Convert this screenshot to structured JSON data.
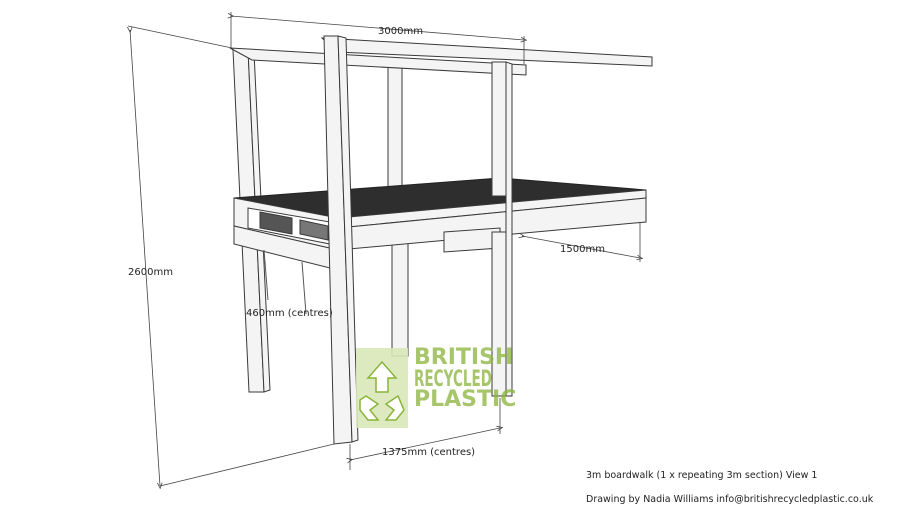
{
  "dimensions": {
    "width": "3000mm",
    "height": "2600mm",
    "depth": "1500mm",
    "post_spacing_front": "1375mm (centres)",
    "post_spacing_side": "460mm (centres)"
  },
  "logo": {
    "line1": "BRITISH",
    "line2": "RECYCLED",
    "line3": "PLASTIC",
    "color": "#8ab43a",
    "icon": "recycle-arrows-icon"
  },
  "captions": {
    "title": "3m boardwalk (1 x repeating 3m section) View 1",
    "author": "Drawing by Nadia Williams info@britishrecycledplastic.co.uk"
  },
  "colors": {
    "deck": "#2e2e2e",
    "timber": "#f4f4f4",
    "line": "#3a3a3a"
  }
}
